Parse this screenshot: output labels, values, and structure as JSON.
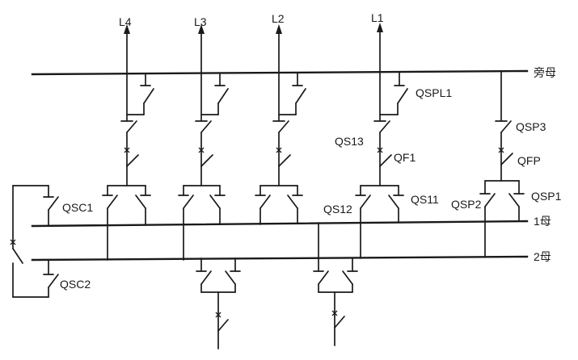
{
  "feeders": {
    "l4": "L4",
    "l3": "L3",
    "l2": "L2",
    "l1": "L1"
  },
  "buses": {
    "bypass": "旁母",
    "bus1": "1母",
    "bus2": "2母"
  },
  "devices": {
    "qspl1": "QSPL1",
    "qs13": "QS13",
    "qf1": "QF1",
    "qs12": "QS12",
    "qs11": "QS11",
    "qsp3": "QSP3",
    "qfp": "QFP",
    "qsp2": "QSP2",
    "qsp1": "QSP1",
    "qsc1": "QSC1",
    "qsc2": "QSC2"
  }
}
